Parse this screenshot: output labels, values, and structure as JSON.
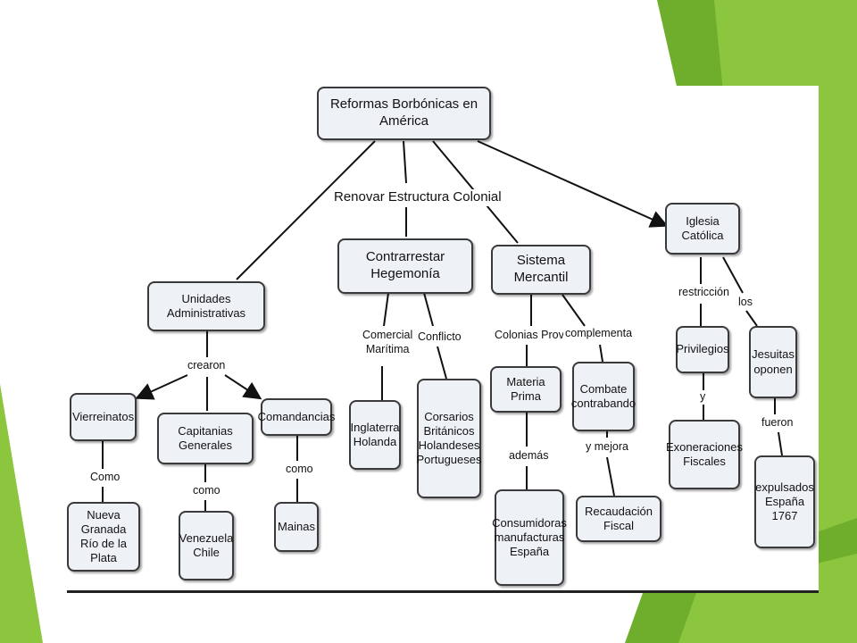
{
  "colors": {
    "green_light": "#8cc63f",
    "green_mid": "#6fae2c",
    "green_dark": "#5a8e24",
    "node_fill": "#eef2f7"
  },
  "nodes": {
    "root": "Reformas Borbónicas en América",
    "contrarrestar": "Contrarrestar Hegemonía",
    "sistema": "Sistema Mercantil",
    "iglesia": "Iglesia Católica",
    "unidades": "Unidades Administrativas",
    "vierreinatos": "Vierreinatos",
    "capitanias": "Capitanias Generales",
    "comandancias": "Comandancias",
    "nueva_granada": "Nueva Granada\nRío de la Plata",
    "venezuela": "Venezuela\nChile",
    "mainas": "Mainas",
    "inglaterra": "Inglaterra\nHolanda",
    "corsarios": "Corsarios\nBritánicos\nHolandeses\nPortugueses",
    "materia_prima": "Materia Prima",
    "combate": "Combate\ncontrabando",
    "consumidoras": "Consumidoras\nmanufacturas\nEspaña",
    "recaudacion": "Recaudación Fiscal",
    "privilegios": "Privilegios",
    "jesuitas": "Jesuitas\noponen",
    "exoneraciones": "Exoneraciones\nFiscales",
    "expulsados": "expulsados\nEspaña\n1767"
  },
  "links": {
    "renovar": "Renovar Estructura Colonial",
    "crearon": "crearon",
    "como1": "Como",
    "como2": "como",
    "como3": "como",
    "comercial": "Comercial\nMarítima",
    "conflicto": "Conflicto",
    "colonias": "Colonias Provee",
    "complementa": "complementa",
    "ademas": "además",
    "mejora": "y mejora",
    "restriccion": "restricción",
    "los": "los",
    "y": "y",
    "fueron": "fueron"
  }
}
